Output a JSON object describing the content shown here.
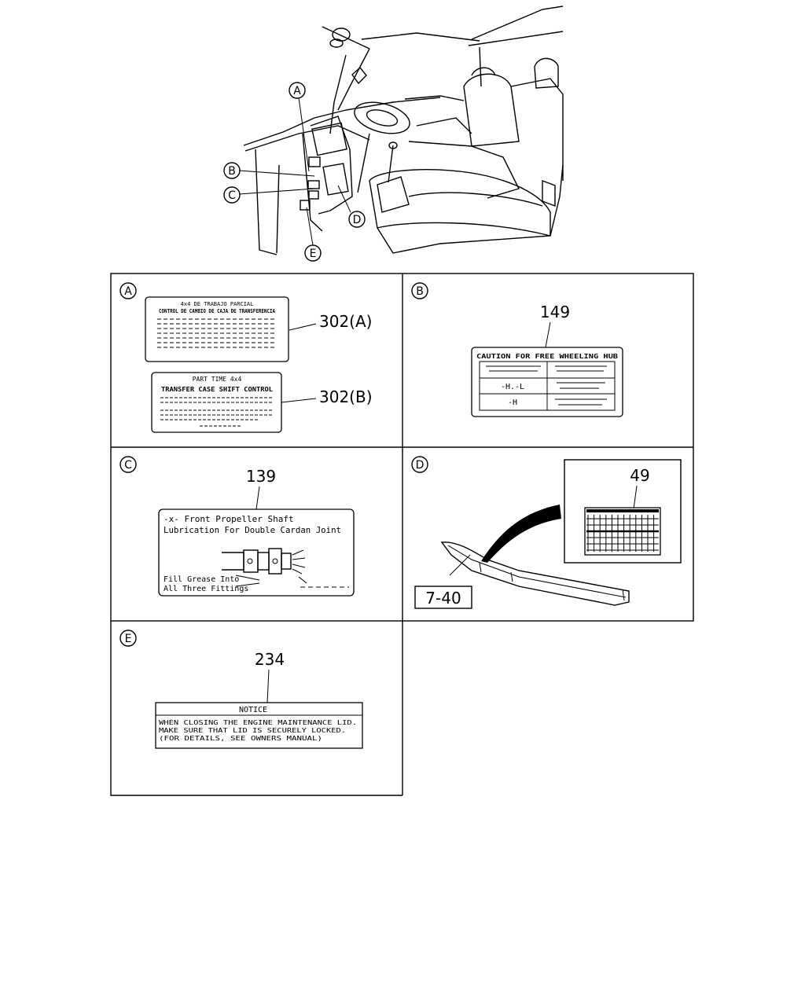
{
  "callouts": {
    "a": "A",
    "b": "B",
    "c": "C",
    "d": "D",
    "e": "E"
  },
  "panel_a": {
    "ref_top": "302(A)",
    "ref_bottom": "302(B)",
    "label_a_line1": "4x4 DE TRABAJO PARCIAL",
    "label_a_line2": "CONTROL DE CAMBIO DE CAJA DE TRANSFERENCIA",
    "label_b_line1": "PART TIME 4x4",
    "label_b_line2": "TRANSFER CASE SHIFT CONTROL"
  },
  "panel_b": {
    "ref": "149",
    "label_title": "CAUTION FOR FREE WHEELING HUB",
    "row2_left": "-H.-L",
    "row3_left": "-H"
  },
  "panel_c": {
    "ref": "139",
    "line1": "-x- Front Propeller Shaft",
    "line2": "Lubrication For Double Cardan Joint",
    "fill1": "Fill Grease Into",
    "fill2": "All Three Fittings"
  },
  "panel_d": {
    "ref_label": "49",
    "ref_part": "7-40"
  },
  "panel_e": {
    "ref": "234",
    "title": "NOTICE",
    "line1": "WHEN CLOSING THE ENGINE MAINTENANCE LID.",
    "line2": "MAKE SURE THAT LID IS SECURELY LOCKED.",
    "line3": "(FOR DETAILS, SEE OWNERS MANUAL)"
  }
}
